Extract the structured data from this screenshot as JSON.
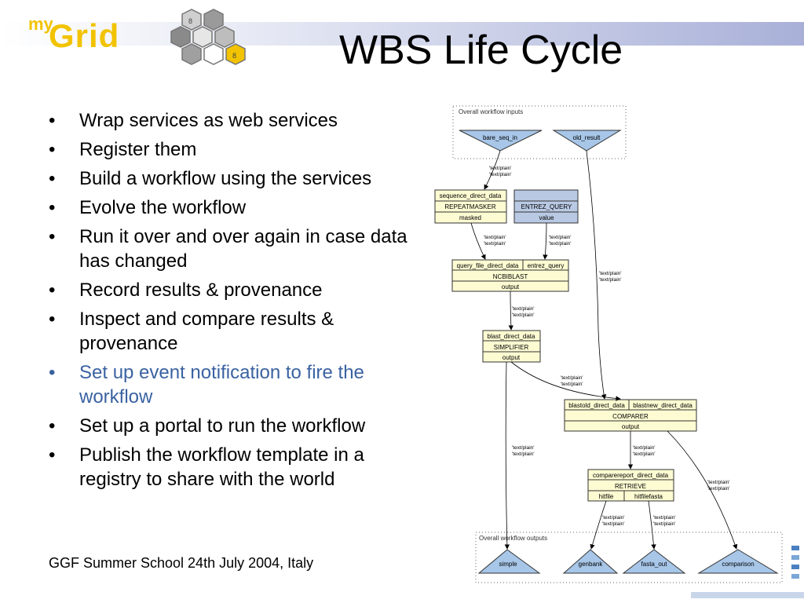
{
  "logo": {
    "my": "my",
    "grid": "Grid",
    "icon": "hexagon-cluster-icon"
  },
  "title": "WBS Life Cycle",
  "bullets": [
    "Wrap services as web services",
    "Register them",
    "Build a workflow using the services",
    "Evolve the workflow",
    "Run it over and over again in case data has changed",
    "Record results & provenance",
    "Inspect and compare results & provenance",
    "Set up event notification to fire the workflow",
    "Set up a portal to run the workflow",
    "Publish the workflow template in a registry to share with the world"
  ],
  "highlight_color": "#3a62a1",
  "footer": "GGF Summer School 24th July 2004, Italy",
  "workflow": {
    "inputs_label": "Overall workflow inputs",
    "outputs_label": "Overall workflow outputs",
    "inputs": [
      "bare_seq_in",
      "old_result"
    ],
    "outputs": [
      "simple",
      "genbank",
      "fasta_out",
      "comparison"
    ],
    "processors": {
      "repeatmasker": {
        "in": "sequence_direct_data",
        "name": "REPEATMASKER",
        "out": "masked"
      },
      "entrez": {
        "name": "ENTREZ_QUERY",
        "out": "value"
      },
      "ncbiblast": {
        "in1": "query_file_direct_data",
        "in2": "entrez_query",
        "name": "NCBIBLAST",
        "out": "output"
      },
      "simplifier": {
        "in": "blast_direct_data",
        "name": "SIMPLIFIER",
        "out": "output"
      },
      "comparer": {
        "in1": "blastold_direct_data",
        "in2": "blastnew_direct_data",
        "name": "COMPARER",
        "out": "output"
      },
      "retrieve": {
        "in": "comparereport_direct_data",
        "name": "RETRIEVE",
        "out1": "hitfile",
        "out2": "hitfilefasta"
      }
    },
    "edge_label_1": "'text/plain'",
    "edge_label_2": "'text/plain'",
    "colors": {
      "processor_fill": "#fdfbd2",
      "entrez_fill": "#b9c9e3",
      "port_fill": "#a7c6e8"
    }
  }
}
